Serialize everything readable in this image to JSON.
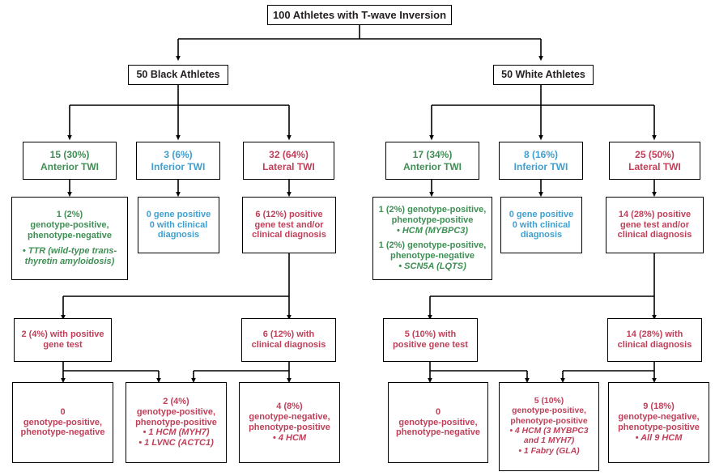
{
  "diagram": {
    "title": "100 Athletes with T-wave Inversion",
    "colors": {
      "black": "#231f20",
      "green": "#3f8f55",
      "blue": "#3f9fd0",
      "red": "#c0405a",
      "border": "#000000",
      "background": "#ffffff"
    },
    "root": {
      "label": "100 Athletes with T-wave Inversion"
    },
    "cohorts": [
      {
        "label": "50 Black Athletes"
      },
      {
        "label": "50 White Athletes"
      }
    ],
    "twi": [
      {
        "count": "15 (30%)",
        "type": "Anterior TWI",
        "color": "green"
      },
      {
        "count": "3 (6%)",
        "type": "Inferior TWI",
        "color": "blue"
      },
      {
        "count": "32 (64%)",
        "type": "Lateral TWI",
        "color": "red"
      },
      {
        "count": "17 (34%)",
        "type": "Anterior TWI",
        "color": "green"
      },
      {
        "count": "8 (16%)",
        "type": "Inferior TWI",
        "color": "blue"
      },
      {
        "count": "25 (50%)",
        "type": "Lateral TWI",
        "color": "red"
      }
    ],
    "results": {
      "black_anterior": {
        "lines": [
          "1 (2%)",
          "genotype-positive,",
          "phenotype-negative"
        ],
        "bullets": [
          "• TTR (wild-type trans-",
          "thyretin amyloidosis)"
        ]
      },
      "black_inferior": {
        "lines": [
          "0 gene positive",
          "0 with clinical",
          "diagnosis"
        ]
      },
      "black_lateral": {
        "lines": [
          "6 (12%) positive",
          "gene test and/or",
          "clinical diagnosis"
        ]
      },
      "white_anterior": {
        "group1_lines": [
          "1 (2%) genotype-positive,",
          "phenotype-positive"
        ],
        "group1_bullets": [
          "• HCM (MYBPC3)"
        ],
        "group2_lines": [
          "1 (2%) genotype-positive,",
          "phenotype-negative"
        ],
        "group2_bullets": [
          "• SCN5A (LQTS)"
        ]
      },
      "white_inferior": {
        "lines": [
          "0 gene positive",
          "0 with clinical",
          "diagnosis"
        ]
      },
      "white_lateral": {
        "lines": [
          "14 (28%) positive",
          "gene test and/or",
          "clinical diagnosis"
        ]
      }
    },
    "splits": {
      "black_gene": {
        "lines": [
          "2 (4%) with positive",
          "gene test"
        ]
      },
      "black_clin": {
        "lines": [
          "6 (12%) with",
          "clinical diagnosis"
        ]
      },
      "white_gene": {
        "lines": [
          "5 (10%) with",
          "positive gene test"
        ]
      },
      "white_clin": {
        "lines": [
          "14 (28%) with",
          "clinical diagnosis"
        ]
      }
    },
    "outcomes": {
      "black_genoneg": {
        "lines": [
          "0",
          "genotype-positive,",
          "phenotype-negative"
        ],
        "bullets": []
      },
      "black_genopos": {
        "lines": [
          "2 (4%)",
          "genotype-positive,",
          "phenotype-positive"
        ],
        "bullets": [
          "• 1 HCM (MYH7)",
          "• 1 LVNC (ACTC1)"
        ]
      },
      "black_phenopos": {
        "lines": [
          "4 (8%)",
          "genotype-negative,",
          "phenotype-positive"
        ],
        "bullets": [
          "• 4 HCM"
        ]
      },
      "white_genoneg": {
        "lines": [
          "0",
          "genotype-positive,",
          "phenotype-negative"
        ],
        "bullets": []
      },
      "white_genopos": {
        "lines": [
          "5 (10%)",
          "genotype-positive,",
          "phenotype-positive"
        ],
        "bullets": [
          "• 4 HCM (3 MYBPC3",
          "and 1 MYH7)",
          "• 1 Fabry (GLA)"
        ]
      },
      "white_phenopos": {
        "lines": [
          "9 (18%)",
          "genotype-negative,",
          "phenotype-positive"
        ],
        "bullets": [
          "• All 9 HCM"
        ]
      }
    }
  }
}
